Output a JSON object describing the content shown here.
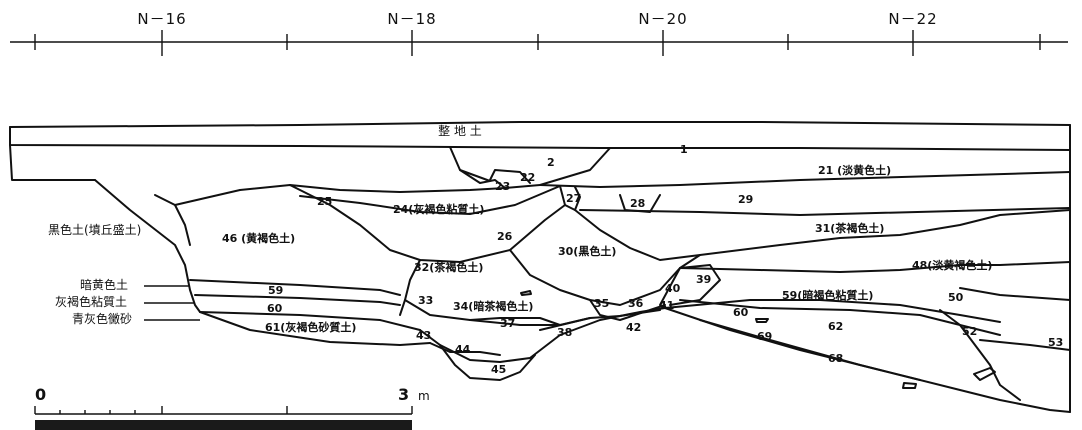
{
  "grid_markers": [
    "N－16",
    "N－18",
    "N－20",
    "N－22"
  ],
  "top_label": "整 地 土",
  "scale": {
    "start": "0",
    "end": "3",
    "unit": "m"
  },
  "left_labels": [
    "黒色土(墳丘盛土)",
    "暗黄色土",
    "灰褐色粘質土",
    "青灰色黴砂"
  ],
  "layers": {
    "l1": "1",
    "l2": "2",
    "l21": "21 (淡黄色土)",
    "l22": "22",
    "l23": "23",
    "l24": "24(灰褐色粘質土)",
    "l25": "25",
    "l26": "26",
    "l27": "27",
    "l28": "28",
    "l29": "29",
    "l30": "30(黒色土)",
    "l31": "31(茶褐色土)",
    "l32": "32(茶褐色土)",
    "l33": "33",
    "l34": "34(暗茶褐色土)",
    "l35": "35",
    "l36": "36",
    "l37": "37",
    "l38": "38",
    "l39": "39",
    "l40": "40",
    "l41": "41",
    "l42": "42",
    "l43": "43",
    "l44": "44",
    "l45": "45",
    "l46": "46 (黄褐色土)",
    "l48": "48(淡黄褐色土)",
    "l50": "50",
    "l52": "52",
    "l53": "53",
    "l59a": "59",
    "l59b": "59(暗褐色粘質土)",
    "l60a": "60",
    "l60b": "60",
    "l61": "61(灰褐色砂質土)",
    "l62": "62",
    "l68": "68",
    "l69": "69"
  }
}
